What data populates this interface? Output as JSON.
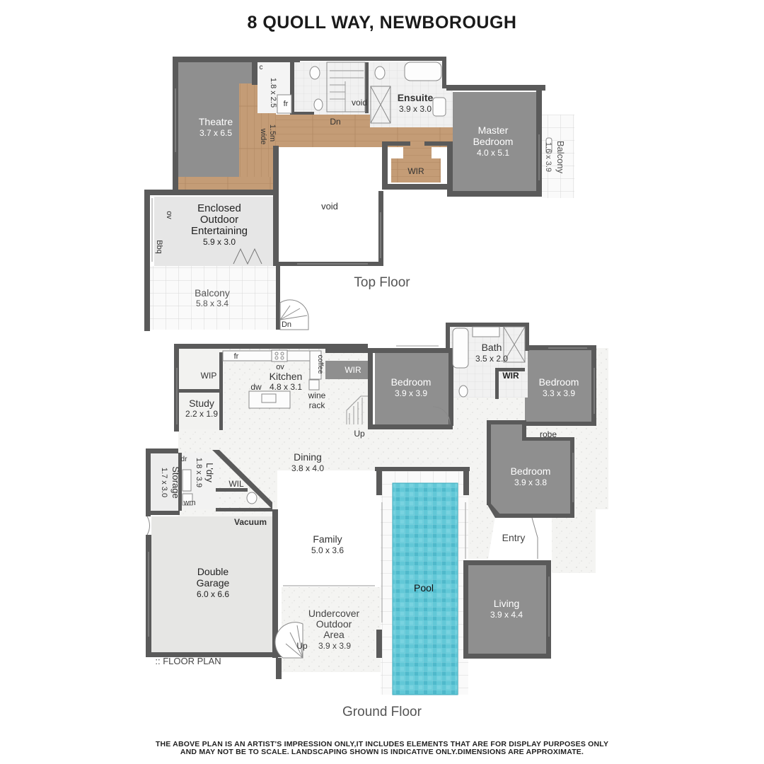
{
  "title": "8 QUOLL WAY, NEWBOROUGH",
  "floor_labels": {
    "top": "Top Floor",
    "ground": "Ground Floor"
  },
  "brand": ":: FLOOR PLAN",
  "disclaimer": [
    "THE ABOVE PLAN IS AN ARTIST'S IMPRESSION ONLY,IT INCLUDES ELEMENTS THAT ARE FOR DISPLAY PURPOSES ONLY",
    "AND MAY NOT BE TO SCALE. LANDSCAPING SHOWN IS INDICATIVE ONLY.DIMENSIONS ARE APPROXIMATE."
  ],
  "rooms": {
    "theatre": {
      "name": "Theatre",
      "dim": "3.7 x 6.5"
    },
    "ensuite": {
      "name": "Ensuite",
      "dim": "3.9 x 3.0"
    },
    "master_bedroom": {
      "name": "Master",
      "name2": "Bedroom",
      "dim": "4.0 x 5.1"
    },
    "top_balcony_side": {
      "name": "Balcony",
      "dim": "1.6 x 3.9"
    },
    "enclosed_outdoor": {
      "name": "Enclosed",
      "name2": "Outdoor",
      "name3": "Entertaining",
      "dim": "5.9 x 3.0"
    },
    "top_balcony": {
      "name": "Balcony",
      "dim": "5.8 x 3.4"
    },
    "kitchen": {
      "name": "Kitchen",
      "dim": "4.8 x 3.1"
    },
    "bath": {
      "name": "Bath",
      "dim": "3.5 x 2.0"
    },
    "bedroom_a": {
      "name": "Bedroom",
      "dim": "3.9 x 3.9"
    },
    "bedroom_b": {
      "name": "Bedroom",
      "dim": "3.3 x 3.9"
    },
    "bedroom_c": {
      "name": "Bedroom",
      "dim": "3.9 x 3.8"
    },
    "study": {
      "name": "Study",
      "dim": "2.2 x 1.9"
    },
    "dining": {
      "name": "Dining",
      "dim": "3.8 x 4.0"
    },
    "family": {
      "name": "Family",
      "dim": "5.0 x 3.6"
    },
    "storage": {
      "name": "Storage",
      "dim": "1.7 x 3.0"
    },
    "laundry": {
      "name": "L'dry",
      "dim": "1.8 x 3.9"
    },
    "garage": {
      "name": "Double",
      "name2": "Garage",
      "dim": "6.0 x 6.6"
    },
    "pool": {
      "name": "Pool"
    },
    "living": {
      "name": "Living",
      "dim": "3.9 x 4.4"
    },
    "undercover": {
      "name": "Undercover",
      "name2": "Outdoor",
      "name3": "Area",
      "dim": "3.9 x 3.9"
    },
    "hall_bay": {
      "dim": "1.8 x 2.5"
    }
  },
  "labels": {
    "c": "c",
    "fr": "fr",
    "void": "void",
    "dn": "Dn",
    "hall_wide_1": "1.5m",
    "hall_wide_2": "wide",
    "wir": "WIR",
    "ov": "ov",
    "bbq": "Bbq",
    "wip": "WIP",
    "dw": "dw",
    "coffee": "coffee",
    "wine1": "wine",
    "wine2": "rack",
    "up": "Up",
    "robe": "robe",
    "entry": "Entry",
    "dr": "dr",
    "wm": "wm",
    "wil": "WIL",
    "vacuum": "Vacuum"
  },
  "colors": {
    "wall": "#5a5a5a",
    "room_dark": "#8c8c8c",
    "wood": "#c29a74",
    "tile_light": "#ececec",
    "terrazzo": "#f3f3f1",
    "pool": "#5cc6d6",
    "garage": "#e8e8e6",
    "outdoor_tile": "#f7f7f7"
  }
}
